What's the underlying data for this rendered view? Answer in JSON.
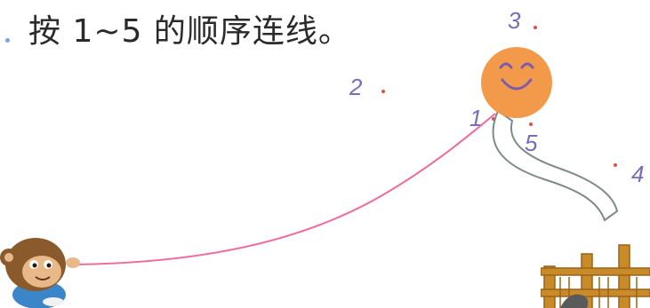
{
  "instruction": {
    "text": "按 1~5 的顺序连线。"
  },
  "points": [
    {
      "label": "1"
    },
    {
      "label": "2"
    },
    {
      "label": "3"
    },
    {
      "label": "4"
    },
    {
      "label": "5"
    }
  ],
  "colors": {
    "label": "#7a6cb8",
    "dot": "#e0533a",
    "bullet": "#7aa6d8",
    "kite_face": "#f39a4a",
    "kite_face_features": "#7a5bb0",
    "string": "#f06aa0",
    "tail_stroke": "#7d8a8c",
    "fence": "#c98a2a"
  },
  "icons": {
    "kite": "sun-face-kite-icon",
    "monkey": "monkey-character-icon",
    "fence": "wooden-fence-icon"
  }
}
